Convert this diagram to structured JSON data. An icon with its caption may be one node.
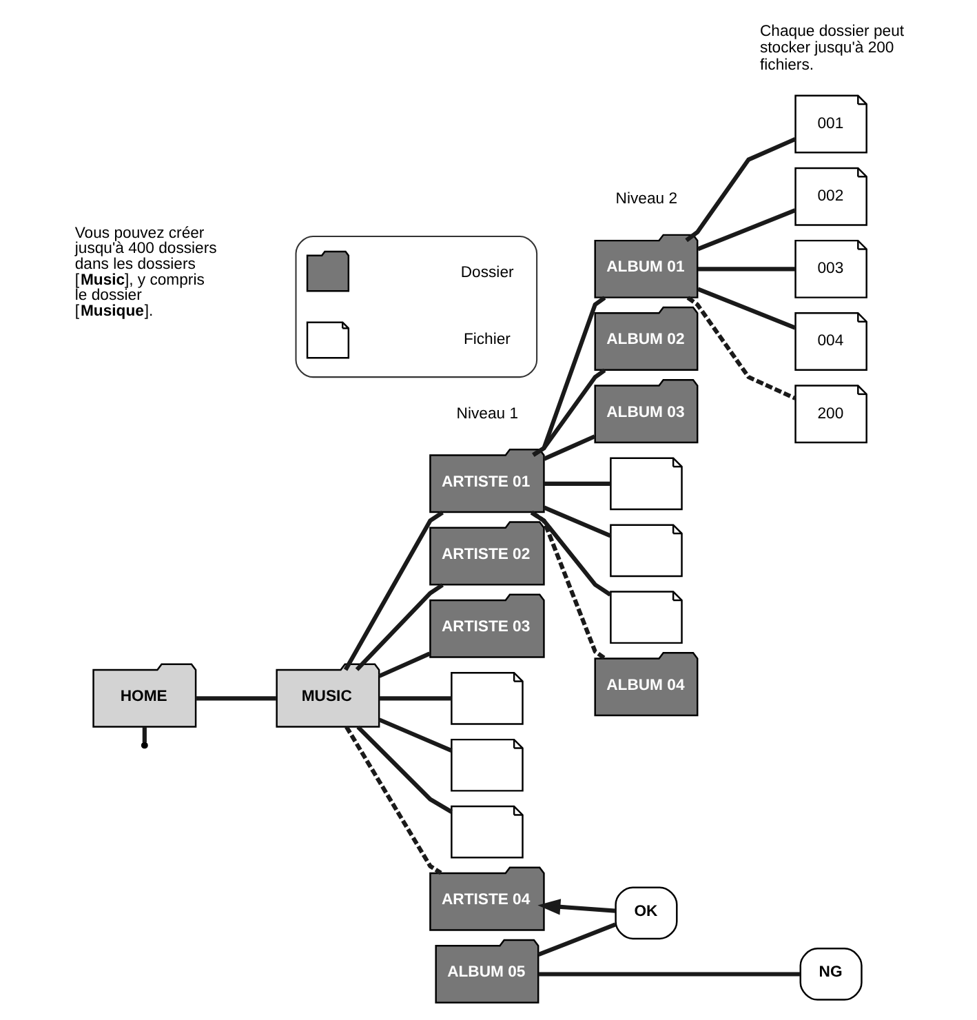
{
  "diagram": {
    "nodes": [
      {
        "text": [
          "HOME"
        ]
      },
      {
        "text": [
          "MUSIC"
        ]
      },
      {
        "text": [
          "ARTISTE 01"
        ]
      },
      {
        "text": [
          "ARTISTE 02"
        ]
      },
      {
        "text": [
          "ARTISTE 03"
        ]
      },
      {
        "text": [],
        "shape": "document"
      },
      {
        "text": [],
        "shape": "document"
      },
      {
        "text": [],
        "shape": "document"
      },
      {
        "text": [
          "ARTISTE 04"
        ]
      },
      {
        "text": [
          "ALBUM 01"
        ]
      },
      {
        "text": [
          "ALBUM 02"
        ]
      },
      {
        "text": [
          "ALBUM 03"
        ]
      },
      {
        "text": [],
        "shape": "document"
      },
      {
        "text": [],
        "shape": "document"
      },
      {
        "text": [],
        "shape": "document"
      },
      {
        "text": [
          "ALBUM 04"
        ]
      },
      {
        "text": [
          "001"
        ]
      },
      {
        "text": [
          "002"
        ]
      },
      {
        "text": [
          "003"
        ]
      },
      {
        "text": [
          "004"
        ]
      },
      {
        "text": [
          "200"
        ]
      },
      {
        "text": [
          "OK"
        ]
      },
      {
        "text": [
          "NG"
        ]
      },
      {
        "text": [
          "ALBUM 05"
        ]
      },
      {
        "text": [],
        "shape": "box"
      },
      {
        "text": [],
        "shape": "folder",
        "in": 24
      },
      {
        "text": [],
        "shape": "document",
        "in": 24
      }
    ],
    "edges": [
      {
        "from": 0,
        "to": 1,
        "arrow": "none"
      },
      {
        "from": 0,
        "to": null,
        "arrow": "none"
      },
      {
        "from": 1,
        "to": 2,
        "arrow": "none"
      },
      {
        "from": 1,
        "to": 3,
        "arrow": "none"
      },
      {
        "from": 1,
        "to": 4,
        "arrow": "none"
      },
      {
        "from": 1,
        "to": 5,
        "arrow": "none"
      },
      {
        "from": 1,
        "to": 6,
        "arrow": "none"
      },
      {
        "from": 1,
        "to": 7,
        "arrow": "none"
      },
      {
        "from": 1,
        "to": 8,
        "arrow": "none",
        "style": "dashed"
      },
      {
        "from": 2,
        "to": 9,
        "arrow": "none"
      },
      {
        "from": 2,
        "to": 10,
        "arrow": "none"
      },
      {
        "from": 2,
        "to": 11,
        "arrow": "none"
      },
      {
        "from": 2,
        "to": 12,
        "arrow": "none"
      },
      {
        "from": 2,
        "to": 13,
        "arrow": "none"
      },
      {
        "from": 2,
        "to": 14,
        "arrow": "none"
      },
      {
        "from": 2,
        "to": 15,
        "arrow": "none",
        "style": "dashed"
      },
      {
        "from": 9,
        "to": 16,
        "arrow": "none"
      },
      {
        "from": 9,
        "to": 17,
        "arrow": "none"
      },
      {
        "from": 9,
        "to": 18,
        "arrow": "none"
      },
      {
        "from": 9,
        "to": 19,
        "arrow": "none"
      },
      {
        "from": 9,
        "to": 20,
        "arrow": "none",
        "style": "dashed"
      },
      {
        "from": 21,
        "to": 8,
        "arrow": "to"
      },
      {
        "from": 23,
        "to": 21,
        "arrow": "none"
      },
      {
        "from": 23,
        "to": 22,
        "arrow": "none"
      }
    ],
    "labels": [
      "Niveau 1",
      "Niveau 2",
      "Vous pouvez créer jusqu'à 400 dossiers dans les dossiers [**Music**], y compris le dossier [**Musique**].",
      "Chaque dossier peut stocker jusqu'à 200 fichiers."
    ],
    "legend": [
      {
        "text": "Dossier"
      },
      {
        "text": "Fichier"
      }
    ]
  }
}
